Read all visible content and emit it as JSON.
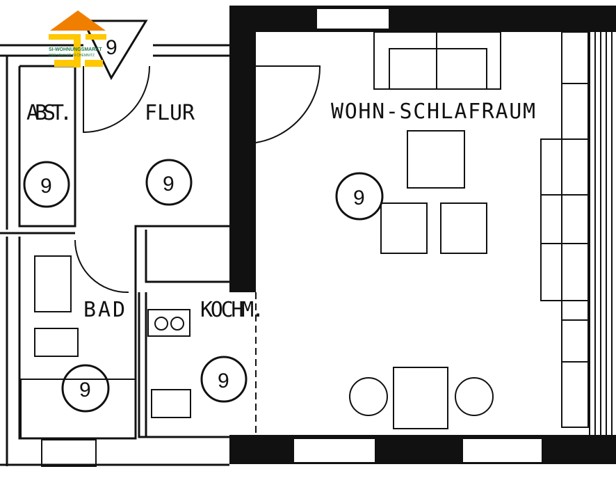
{
  "rooms": {
    "abst": "ABST.",
    "flur": "FLUR",
    "wohn": "WOHN-SCHLAFRAUM",
    "bad": "BAD",
    "kochm": "KOCHM."
  },
  "markers": [
    "9",
    "9",
    "9",
    "9",
    "9",
    "9"
  ],
  "logo": {
    "name": "SI-WOHNUNGSMARKT",
    "tagline": "DER MAKLER IN CHEMNITZ",
    "colors": {
      "roof": "#f07f00",
      "bars": "#ffc800",
      "text": "#1e7a4c"
    }
  }
}
